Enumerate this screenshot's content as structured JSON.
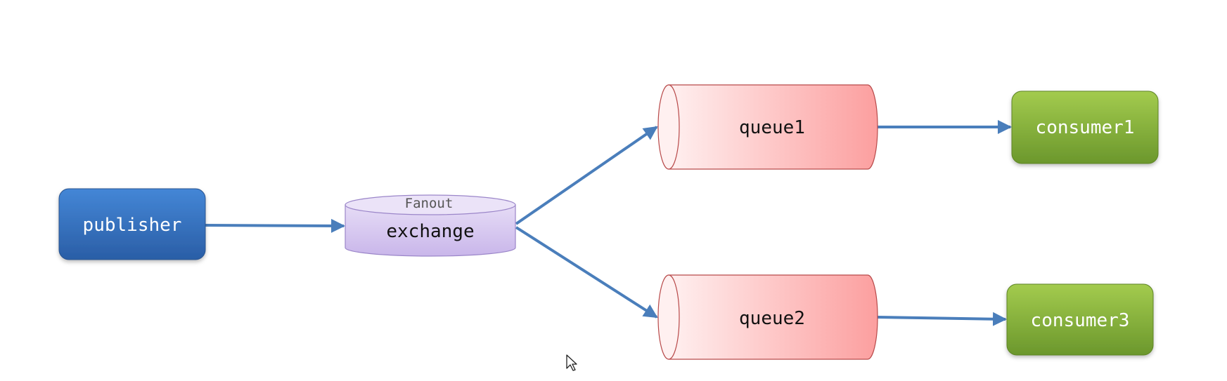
{
  "diagram": {
    "publisher": {
      "label": "publisher",
      "color_top": "#3e7ed0",
      "color_bottom": "#2a5ea6"
    },
    "exchange": {
      "type_label": "Fanout",
      "label": "exchange",
      "fill": "#d9cdf0",
      "stroke": "#9b86c9"
    },
    "queues": [
      {
        "label": "queue1"
      },
      {
        "label": "queue2"
      }
    ],
    "consumers": [
      {
        "label": "consumer1"
      },
      {
        "label": "consumer3"
      }
    ],
    "colors": {
      "arrow": "#4a7ebb",
      "queue_fill_left": "#fde7e7",
      "queue_fill_right": "#fca0a0",
      "queue_stroke": "#b84a4a",
      "consumer_top": "#9cc44a",
      "consumer_bottom": "#6e9a2e"
    },
    "cursor": "mouse-pointer-icon"
  }
}
